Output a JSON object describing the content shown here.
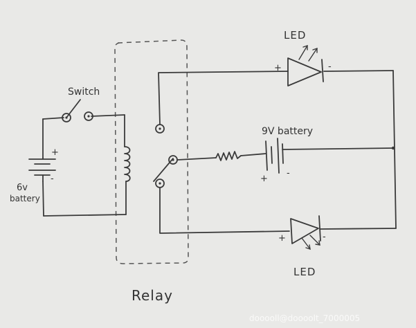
{
  "labels": {
    "switch": "Switch",
    "battery_6v": [
      "6v",
      "battery"
    ],
    "battery_9v": "9V battery",
    "led_top": "LED",
    "led_bottom": "LED",
    "relay": "Relay"
  },
  "polarity": {
    "plus": "+",
    "minus": "-"
  },
  "watermark": "dooooll@doooolt_7000005"
}
